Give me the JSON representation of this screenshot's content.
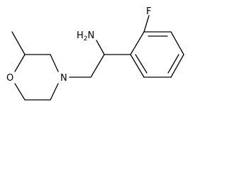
{
  "molecule": {
    "atoms": {
      "fluorine": "F",
      "amine": "H",
      "amine_h_count": "2",
      "amine_n": "N",
      "ring_nitrogen": "N",
      "ring_oxygen": "O"
    },
    "colors": {
      "bond": "#000000",
      "label": "#000000",
      "background": "#ffffff"
    }
  }
}
